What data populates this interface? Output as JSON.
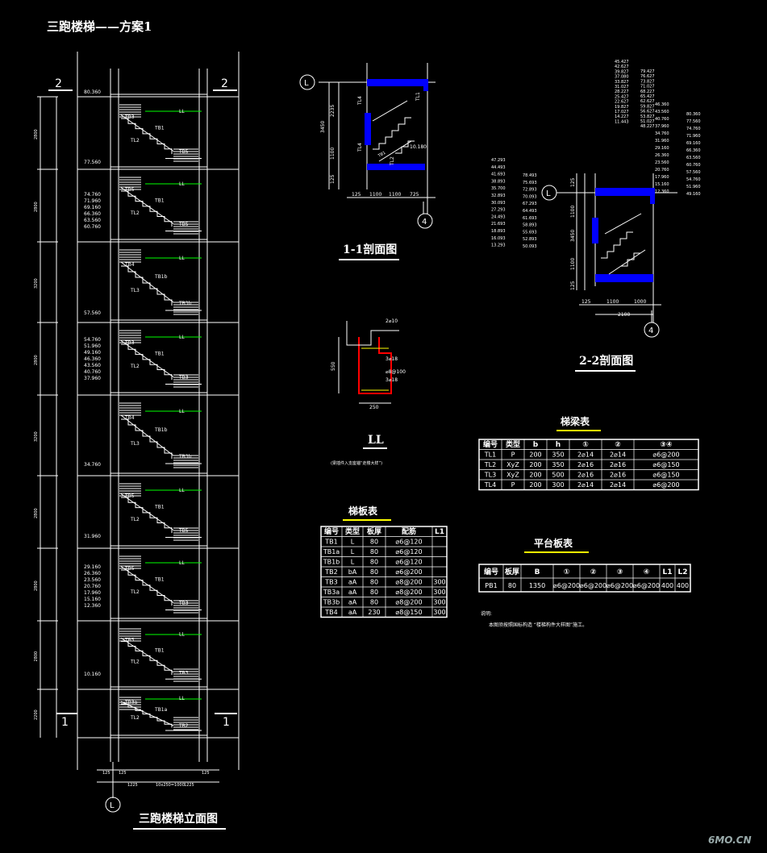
{
  "page_title": "三跑楼梯——方案1",
  "elevation": {
    "title": "三跑楼梯立面图",
    "section_marks": [
      "2",
      "2",
      "1",
      "1"
    ],
    "axis_label": "L",
    "levels": [
      "80.360",
      "77.560",
      "74.760",
      "71.960",
      "69.160",
      "66.360",
      "63.560",
      "60.760",
      "57.560",
      "54.760",
      "51.960",
      "49.160",
      "46.360",
      "43.560",
      "40.760",
      "37.960",
      "34.760",
      "31.960",
      "29.160",
      "26.360",
      "23.560",
      "20.760",
      "17.960",
      "15.160",
      "12.360",
      "10.160"
    ],
    "story_dims": [
      "2800",
      "2800",
      "3200",
      "2800",
      "3200",
      "2800",
      "2800",
      "2800",
      "2200"
    ],
    "bottom_dims": [
      "125",
      "125",
      "1225",
      "10x250=1000",
      "1225",
      "125"
    ],
    "labels": [
      "TB3",
      "TB1",
      "TL2",
      "TB5",
      "LL",
      "TB4",
      "TB1b",
      "TL3",
      "TB3b",
      "TB3a",
      "TB1a",
      "TB2"
    ]
  },
  "section_1_1": {
    "title": "1-1剖面图",
    "axis_left": "L",
    "axis_right": "4",
    "dims_h": [
      "125",
      "1100",
      "1100",
      "725"
    ],
    "dims_v": [
      "3450",
      "2235",
      "1100",
      "125"
    ],
    "labels": [
      "TL4",
      "TL4",
      "TL1",
      "TL2",
      "10.180",
      "TB1"
    ]
  },
  "section_2_2": {
    "title": "2-2剖面图",
    "axis_left": "L",
    "axis_right": "4",
    "dims_h": [
      "125",
      "1100",
      "1000"
    ],
    "dims_total": "2100",
    "dims_v": [
      "125",
      "1100",
      "3450",
      "1100",
      "125"
    ],
    "levels_col1": [
      "45.427",
      "42.627",
      "39.827",
      "37.080",
      "33.827",
      "31.027",
      "28.227",
      "25.427",
      "22.627",
      "19.827",
      "17.027",
      "14.227",
      "11.443"
    ],
    "levels_col2": [
      "79.427",
      "76.627",
      "73.827",
      "71.027",
      "68.227",
      "65.427",
      "62.627",
      "59.827",
      "56.627",
      "53.827",
      "51.027",
      "48.227"
    ],
    "levels_col3": [
      "47.293",
      "44.493",
      "41.693",
      "38.893",
      "35.700",
      "32.893",
      "30.093",
      "27.293",
      "24.493",
      "21.693",
      "18.893",
      "16.093",
      "13.293"
    ],
    "levels_col4": [
      "78.493",
      "75.693",
      "72.893",
      "70.093",
      "67.293",
      "64.493",
      "61.693",
      "58.893",
      "55.693",
      "52.893",
      "50.093"
    ],
    "levels_col5": [
      "46.360",
      "43.560",
      "40.760",
      "37.960",
      "34.760",
      "31.960",
      "29.160",
      "26.360",
      "23.560",
      "20.760",
      "17.960",
      "15.160",
      "12.360"
    ],
    "levels_col6": [
      "80.360",
      "77.560",
      "74.760",
      "71.960",
      "69.160",
      "66.360",
      "63.560",
      "60.760",
      "57.560",
      "54.760",
      "51.960",
      "49.160"
    ]
  },
  "beam_detail": {
    "title": "LL",
    "subtitle": "(梁插件入支座锚“走楼大样”)",
    "rebar_top": "2⌀10",
    "rebar_mid": "3⌀18",
    "rebar_bot": "3⌀18",
    "stirrup": "⌀8@100",
    "height": "550",
    "width": "250"
  },
  "beam_table": {
    "title": "梯梁表",
    "headers": [
      "编号",
      "类型",
      "b",
      "h",
      "①",
      "②",
      "③",
      "④"
    ],
    "rows": [
      [
        "TL1",
        "P",
        "200",
        "350",
        "2⌀14",
        "2⌀14",
        "⌀6@200"
      ],
      [
        "TL2",
        "XyZ",
        "200",
        "350",
        "2⌀16",
        "2⌀16",
        "⌀6@150"
      ],
      [
        "TL3",
        "XyZ",
        "200",
        "500",
        "2⌀16",
        "2⌀16",
        "⌀6@150"
      ],
      [
        "TL4",
        "P",
        "200",
        "300",
        "2⌀14",
        "2⌀14",
        "⌀6@200"
      ]
    ]
  },
  "slab_table": {
    "title": "梯板表",
    "headers": [
      "编号",
      "类型",
      "板厚",
      "配筋",
      "L1"
    ],
    "rows": [
      [
        "TB1",
        "L",
        "80",
        "⌀6@120",
        ""
      ],
      [
        "TB1a",
        "L",
        "80",
        "⌀6@120",
        ""
      ],
      [
        "TB1b",
        "L",
        "80",
        "⌀6@120",
        ""
      ],
      [
        "TB2",
        "bA",
        "80",
        "⌀6@200",
        ""
      ],
      [
        "TB3",
        "aA",
        "80",
        "⌀8@200",
        "300"
      ],
      [
        "TB3a",
        "aA",
        "80",
        "⌀8@200",
        "300"
      ],
      [
        "TB3b",
        "aA",
        "80",
        "⌀8@200",
        "300"
      ],
      [
        "TB4",
        "aA",
        "230",
        "⌀8@150",
        "300"
      ]
    ]
  },
  "platform_table": {
    "title": "平台板表",
    "headers": [
      "编号",
      "板厚",
      "B",
      "①",
      "②",
      "③",
      "④",
      "L1",
      "L2"
    ],
    "row": [
      "PB1",
      "80",
      "1350",
      "⌀6@200",
      "⌀6@200",
      "⌀6@200",
      "⌀6@200",
      "400",
      "400"
    ]
  },
  "notes": {
    "heading": "说明:",
    "text": "本图须按照国标构造 “楼梯构件大样图”施工。"
  },
  "watermark": "6MO.CN"
}
